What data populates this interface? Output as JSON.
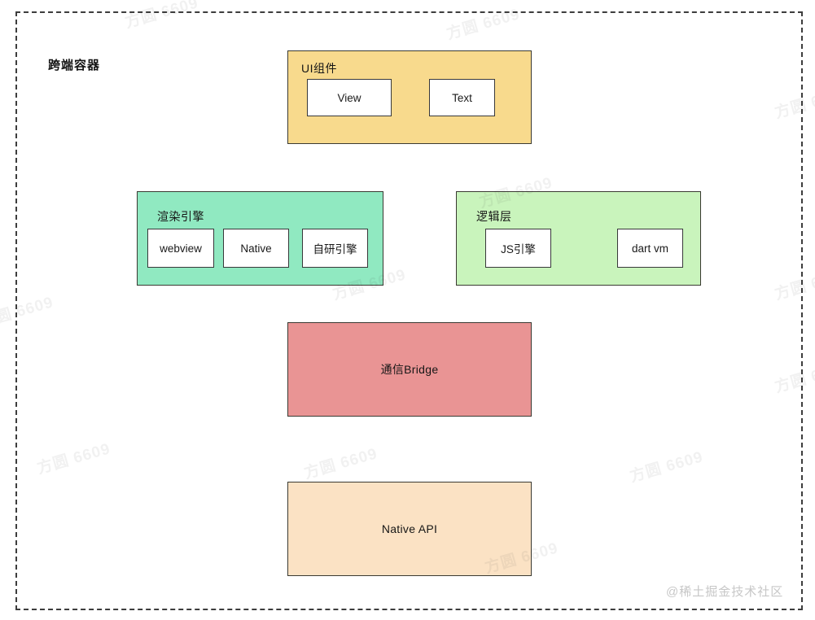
{
  "diagram": {
    "title": "跨端容器",
    "groups": [
      {
        "id": "ui-components",
        "label": "UI组件",
        "fill": "#f8da8d",
        "children": [
          "View",
          "Text"
        ]
      },
      {
        "id": "render-engine",
        "label": "渲染引擎",
        "fill": "#90e9c1",
        "children": [
          "webview",
          "Native",
          "自研引擎"
        ]
      },
      {
        "id": "logic-layer",
        "label": "逻辑层",
        "fill": "#c9f4bc",
        "children": [
          "JS引擎",
          "dart vm"
        ]
      },
      {
        "id": "bridge",
        "label": "通信Bridge",
        "fill": "#e99494",
        "children": []
      },
      {
        "id": "native-api",
        "label": "Native API",
        "fill": "#fbe2c4",
        "children": []
      }
    ],
    "colors": {
      "background": "#ffffff",
      "border": "#3a3a32",
      "dashed_frame": "#3d3d3d",
      "inner_box": "#ffffff"
    },
    "watermark": {
      "text": "方圆 6609"
    },
    "credit": "@稀土掘金技术社区"
  }
}
